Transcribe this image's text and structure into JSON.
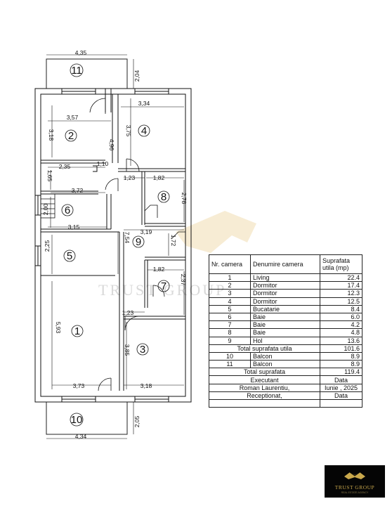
{
  "dimensions": {
    "balcony_top_width": "4,35",
    "balcony_top_depth": "2,04",
    "r2_width": "3,57",
    "r2_height": "3,18",
    "r4_width": "3,34",
    "r4_height": "3,75",
    "left_block_height": "4,96",
    "r6_top": "2,35",
    "r6_right": "1,10",
    "r6_small": "1,65",
    "hall_width_top": "3,72",
    "r6_height": "2,00",
    "kitchen_top": "3,15",
    "kitchen_height": "2,25",
    "door_w_1": "1,23",
    "r8_width": "1,82",
    "r8_height": "2,78",
    "hall_width_mid": "3,19",
    "hall_small": "1,72",
    "hall_height": "7,54",
    "r7_width": "1,82",
    "r7_height": "2,37",
    "door_w_2": "1,23",
    "living_height": "5,93",
    "r3_height": "3,85",
    "living_width": "3,73",
    "r3_width": "3,18",
    "balcony_bottom_depth": "2,05",
    "balcony_bottom_width": "4,34"
  },
  "room_numbers": {
    "r1": "1",
    "r2": "2",
    "r3": "3",
    "r4": "4",
    "r5": "5",
    "r6": "6",
    "r7": "7",
    "r8": "8",
    "r9": "9",
    "r10": "10",
    "r11": "11"
  },
  "watermark": "TRUST GROUP",
  "table": {
    "headers": {
      "nr": "Nr. camera",
      "name": "Denumire camera",
      "area": "Suprafata utila (mp)"
    },
    "rows": [
      {
        "nr": "1",
        "name": "Living",
        "area": "22.4"
      },
      {
        "nr": "2",
        "name": "Dormitor",
        "area": "17.4"
      },
      {
        "nr": "3",
        "name": "Dormitor",
        "area": "12.3"
      },
      {
        "nr": "4",
        "name": "Dormitor",
        "area": "12.5"
      },
      {
        "nr": "5",
        "name": "Bucatarie",
        "area": "8.4"
      },
      {
        "nr": "6",
        "name": "Baie",
        "area": "6.0"
      },
      {
        "nr": "7",
        "name": "Baie",
        "area": "4.2"
      },
      {
        "nr": "8",
        "name": "Baie",
        "area": "4.8"
      },
      {
        "nr": "9",
        "name": "Hol",
        "area": "13.6"
      }
    ],
    "total_util_label": "Total suprafata utila",
    "total_util_value": "101.6",
    "balconies": [
      {
        "nr": "10",
        "name": "Balcon",
        "area": "8.9"
      },
      {
        "nr": "11",
        "name": "Balcon",
        "area": "8.9"
      }
    ],
    "total_label": "Total suprafata",
    "total_value": "119.4",
    "executant_label": "Executant",
    "data_label_1": "Data",
    "executant_name": "Roman Laurentiu,",
    "executant_date": "Iunie , 2025",
    "receptionat_label": "Receptionat,",
    "data_label_2": "Data"
  },
  "logo": {
    "title": "TRUST GROUP",
    "subtitle": "REAL ESTATE AGENCY"
  }
}
